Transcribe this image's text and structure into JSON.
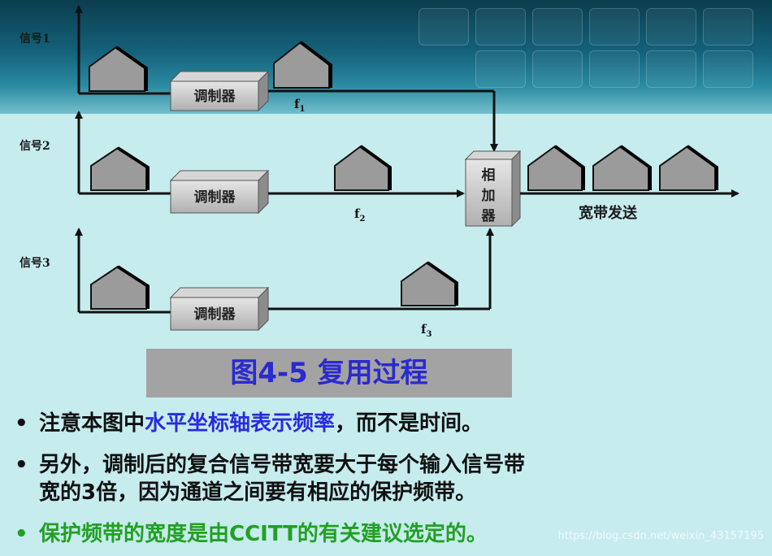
{
  "signals": [
    "信号1",
    "信号2",
    "信号3"
  ],
  "modulator_label": "调制器",
  "adder_label": [
    "相",
    "加",
    "器"
  ],
  "frequencies": [
    {
      "letter": "f",
      "sub": "1"
    },
    {
      "letter": "f",
      "sub": "2"
    },
    {
      "letter": "f",
      "sub": "3"
    }
  ],
  "output_label": "宽带发送",
  "caption": "图4-5  复用过程",
  "bullets": [
    {
      "dot": "•",
      "before": " 注意本图中",
      "highlight": "水平坐标轴表示频率",
      "after": "，而不是时间。"
    },
    {
      "dot": "•",
      "line1": "另外，调制后的复合信号带宽要大于每个输入信号带",
      "line2": "宽的3倍，因为通道之间要有相应的保护频带。"
    },
    {
      "dot": "•",
      "text": "保护频带的宽度是由CCITT的有关建议选定的。"
    }
  ],
  "watermark": "https://blog.csdn.net/weixin_43157195",
  "colors": {
    "caption_text": "#2a2ad0",
    "highlight": "#2a2ae0",
    "green": "#22a022",
    "caption_bg": "#a3a3a3"
  }
}
